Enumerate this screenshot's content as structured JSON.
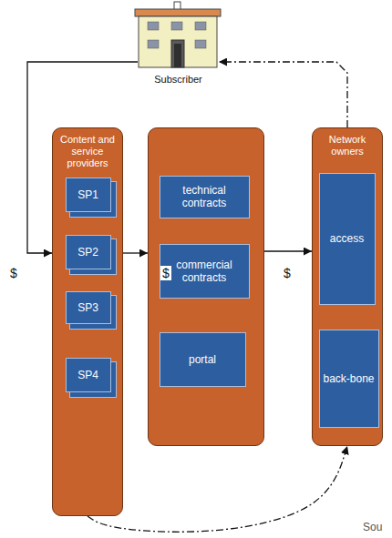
{
  "diagram": {
    "nodes": [
      {
        "text": [
          "Subscriber"
        ]
      },
      {
        "text": [
          "Content and service providers"
        ]
      },
      {
        "text": [
          "SP1"
        ],
        "in": 1
      },
      {
        "text": [
          "SP2"
        ],
        "in": 1
      },
      {
        "text": [
          "SP3"
        ],
        "in": 1
      },
      {
        "text": [
          "SP4"
        ],
        "in": 1
      },
      {
        "text": []
      },
      {
        "text": [
          "technical contracts"
        ],
        "in": 6
      },
      {
        "text": [
          "commercial contracts"
        ],
        "in": 6
      },
      {
        "text": [
          "portal"
        ],
        "in": 6
      },
      {
        "text": [
          "Network owners"
        ]
      },
      {
        "text": [
          "access"
        ],
        "in": 10
      },
      {
        "text": [
          "back-bone"
        ],
        "in": 10
      }
    ],
    "edges": [
      {
        "from": 0,
        "to": 1,
        "arrow": "to",
        "label": "$"
      },
      {
        "from": 1,
        "to": 6,
        "arrow": "to",
        "label": "$"
      },
      {
        "from": 6,
        "to": 10,
        "arrow": "to",
        "label": "$"
      },
      {
        "from": 12,
        "to": 11,
        "arrow": "to"
      },
      {
        "from": 10,
        "to": 0,
        "arrow": "to"
      },
      {
        "from": 1,
        "to": 10,
        "arrow": "to"
      }
    ],
    "labels": [
      "Sou"
    ]
  }
}
